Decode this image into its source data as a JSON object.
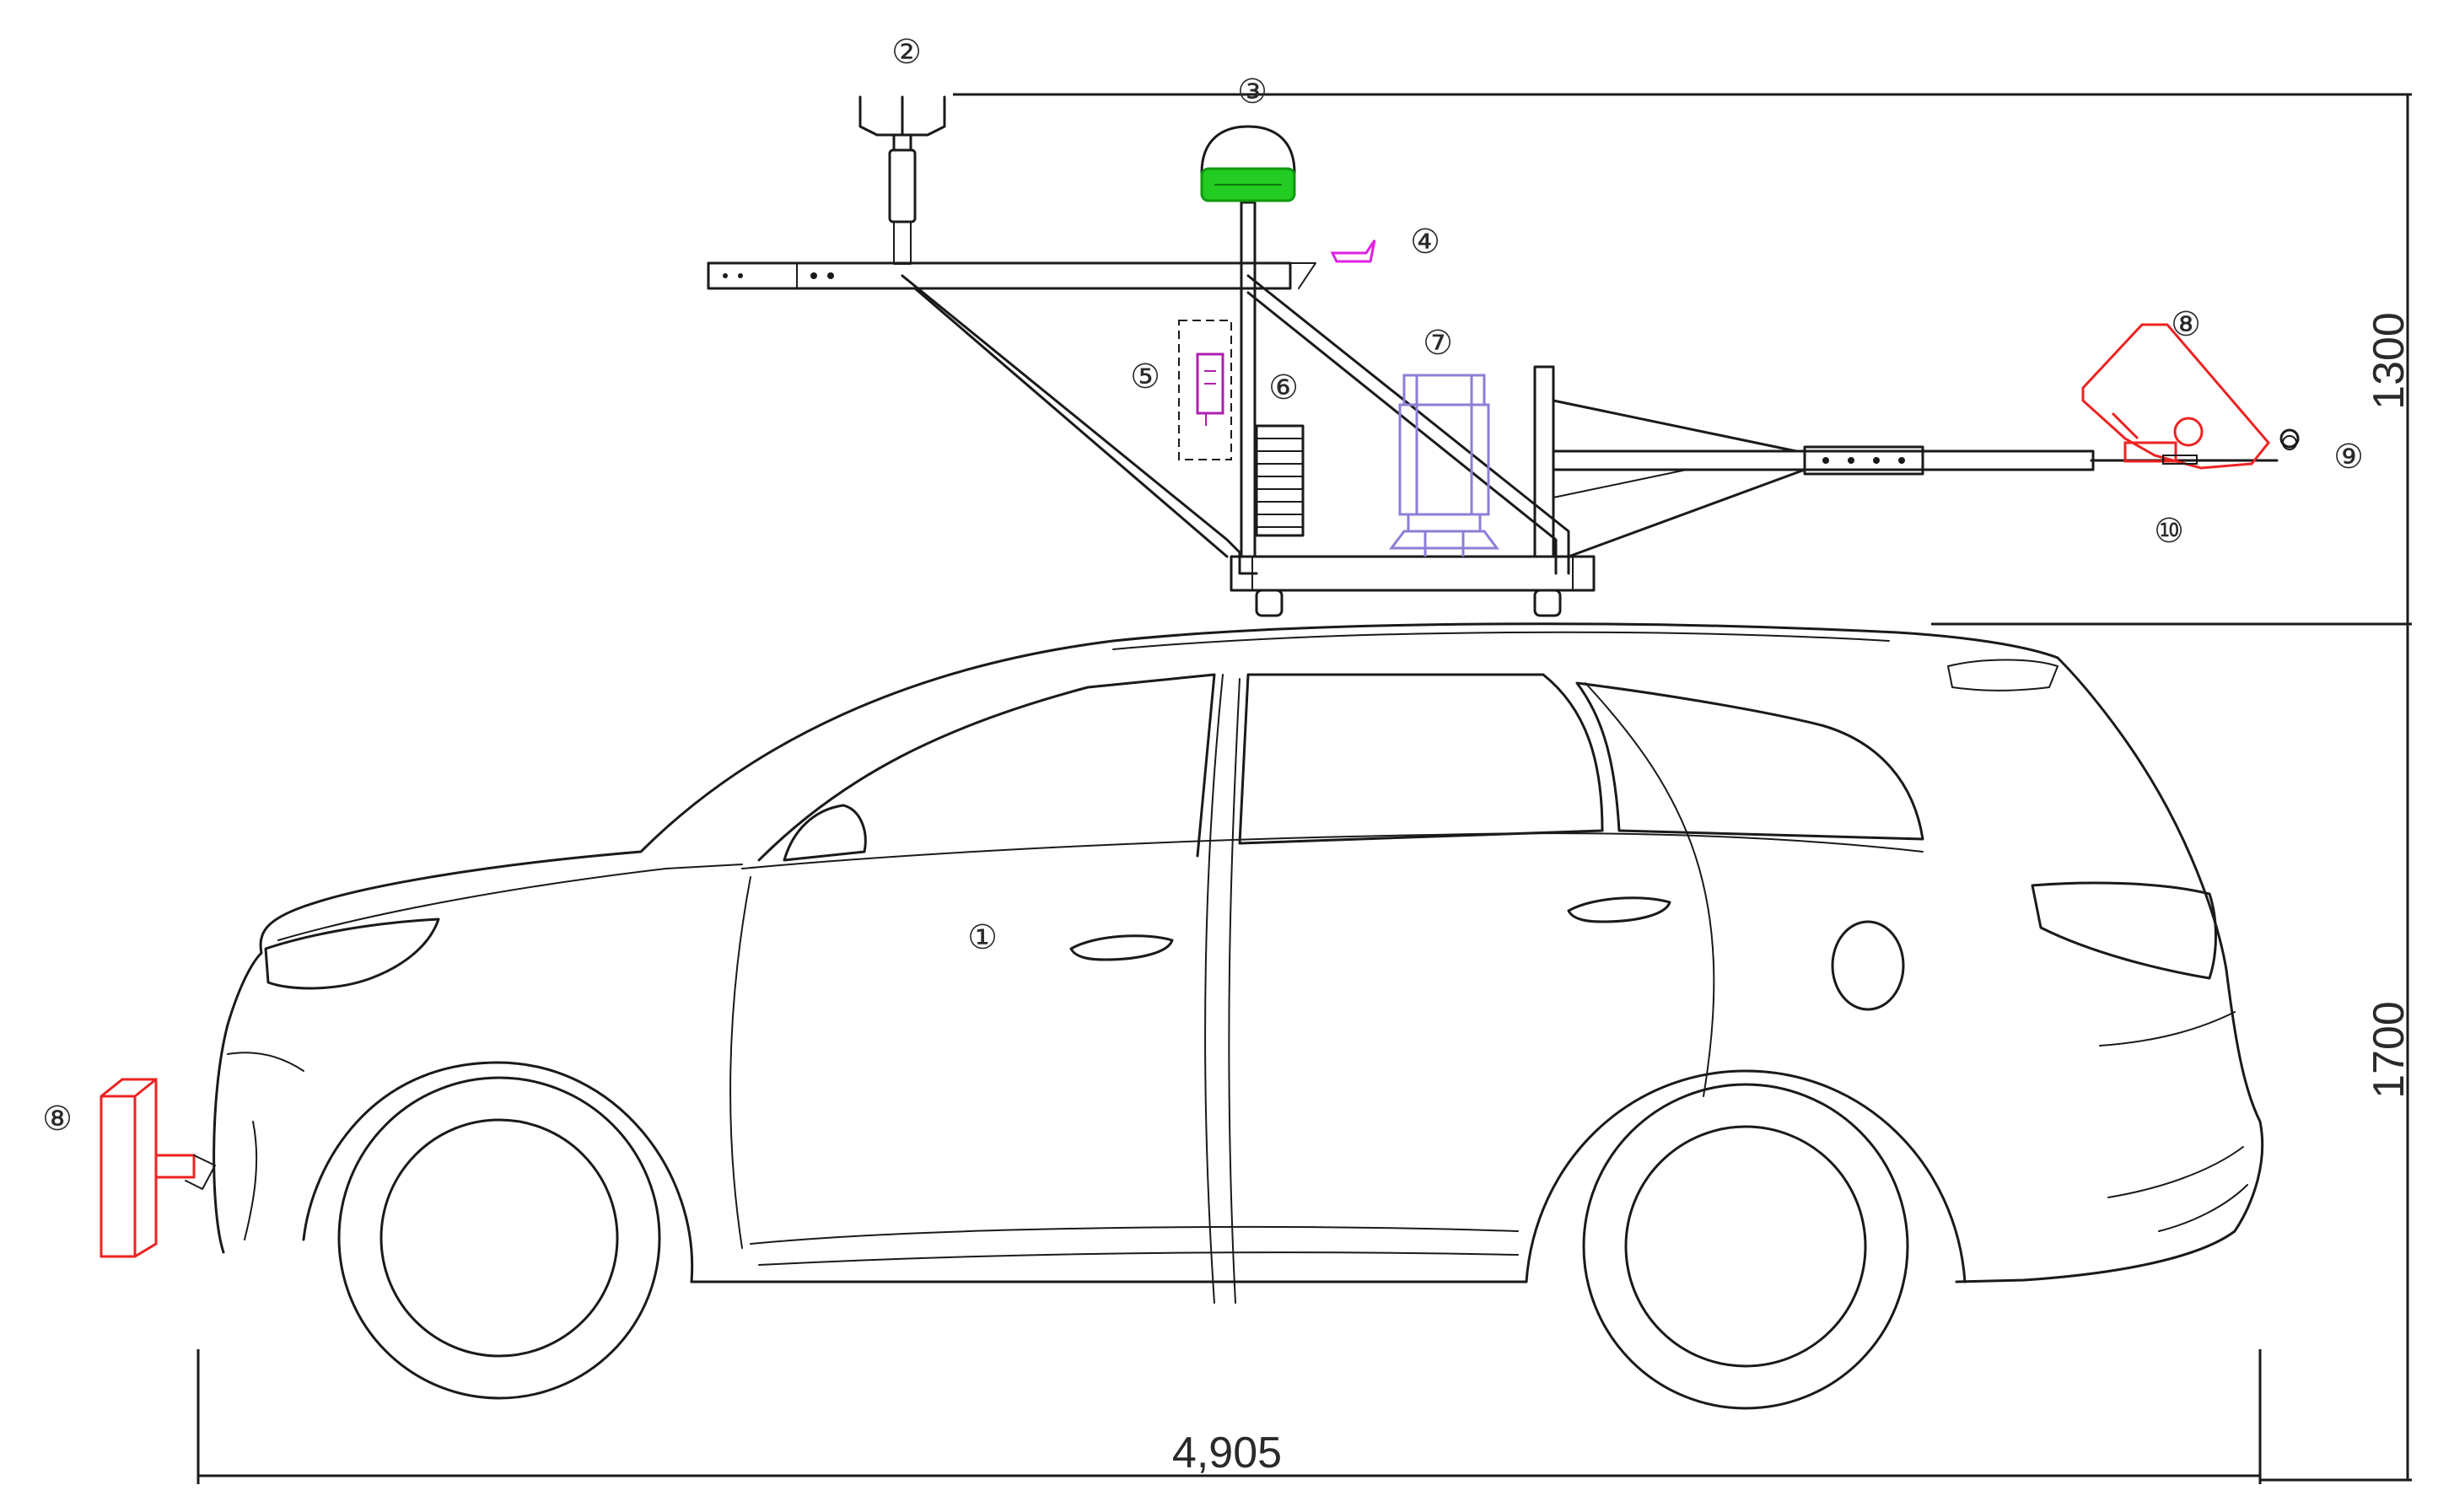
{
  "callouts": {
    "c1": "①",
    "c2": "②",
    "c3": "③",
    "c4": "④",
    "c5": "⑤",
    "c6": "⑥",
    "c7": "⑦",
    "c8_top": "⑧",
    "c8_front": "⑧",
    "c9": "⑨",
    "c10": "⑩"
  },
  "dimensions": {
    "length": "4,905",
    "rack_height": "1300",
    "vehicle_height": "1700"
  },
  "colors": {
    "line": "#1a1a1a",
    "gnss_antenna": "#22cc22",
    "pink_sensor": "#e020e0",
    "magenta_logger": "#b01eb0",
    "sampler": "#8a7fd6",
    "red_sensor": "#ee2222"
  }
}
